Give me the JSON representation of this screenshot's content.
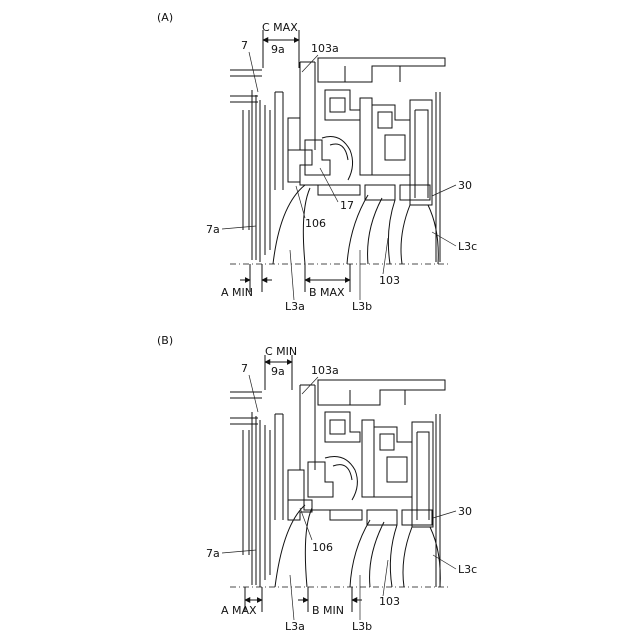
{
  "panels": [
    {
      "id": "A",
      "panel_label": "(A)",
      "labels": {
        "c": "C MAX",
        "g9a": "9a",
        "p7": "7",
        "p103a": "103a",
        "p30": "30",
        "p17": "17",
        "p106": "106",
        "p7a": "7a",
        "L3c": "L3c",
        "a": "A MIN",
        "b": "B MAX",
        "p103": "103",
        "L3a": "L3a",
        "L3b": "L3b"
      }
    },
    {
      "id": "B",
      "panel_label": "(B)",
      "labels": {
        "c": "C MIN",
        "g9a": "9a",
        "p7": "7",
        "p103a": "103a",
        "p30": "30",
        "p106": "106",
        "p7a": "7a",
        "L3c": "L3c",
        "a": "A MAX",
        "b": "B MIN",
        "p103": "103",
        "L3a": "L3a",
        "L3b": "L3b"
      }
    }
  ]
}
